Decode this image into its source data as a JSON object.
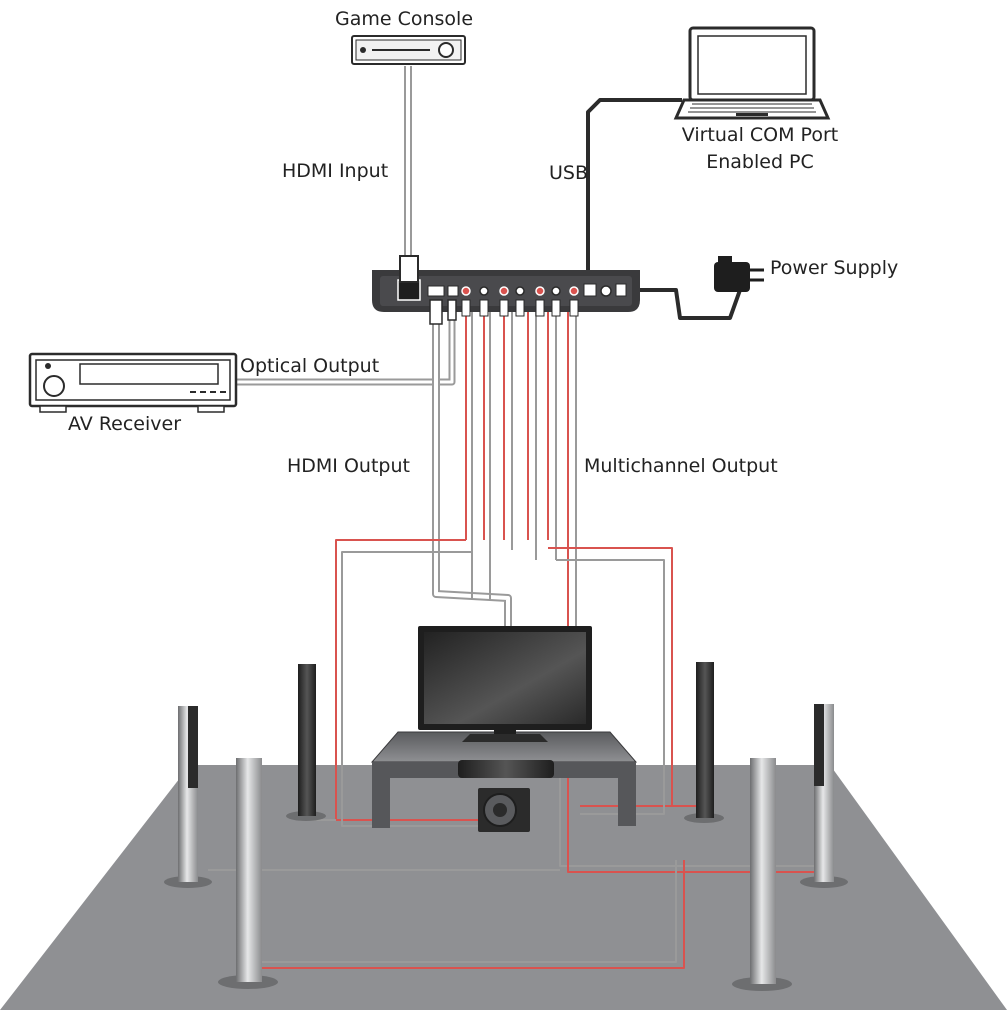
{
  "labels": {
    "game_console": "Game Console",
    "hdmi_input": "HDMI Input",
    "usb": "USB",
    "pc_line1": "Virtual COM Port",
    "pc_line2": "Enabled PC",
    "power_supply": "Power Supply",
    "optical_output": "Optical Output",
    "av_receiver": "AV Receiver",
    "hdmi_output": "HDMI Output",
    "multichannel_output": "Multichannel Output"
  },
  "colors": {
    "cable_grey": "#9a9a9a",
    "cable_red": "#d9534f",
    "device_dark": "#2b2b2b",
    "floor": "#8f9093",
    "text": "#222222"
  }
}
